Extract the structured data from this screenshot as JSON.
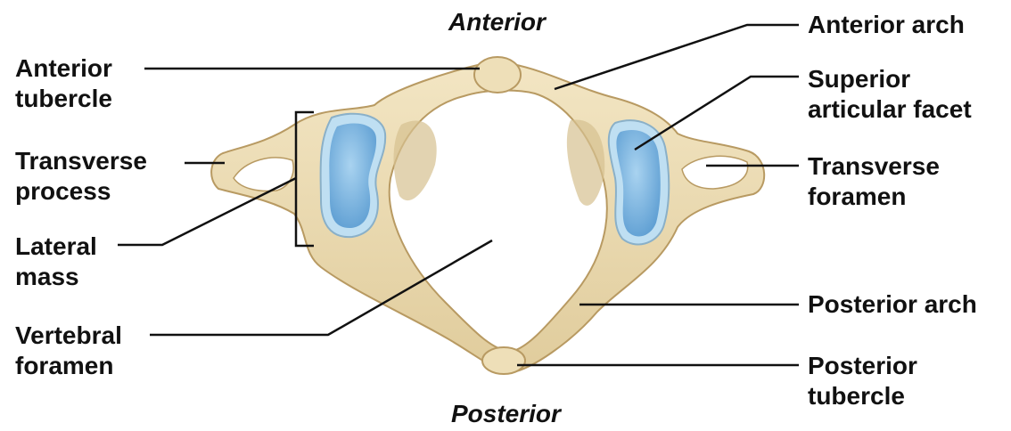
{
  "orientation": {
    "top": "Anterior",
    "bottom": "Posterior"
  },
  "labels": {
    "anterior_tubercle": [
      "Anterior",
      "tubercle"
    ],
    "transverse_process": [
      "Transverse",
      "process"
    ],
    "lateral_mass": [
      "Lateral",
      "mass"
    ],
    "vertebral_foramen": [
      "Vertebral",
      "foramen"
    ],
    "anterior_arch": [
      "Anterior arch"
    ],
    "superior_articular_facet": [
      "Superior",
      "articular facet"
    ],
    "transverse_foramen": [
      "Transverse",
      "foramen"
    ],
    "posterior_arch": [
      "Posterior arch"
    ],
    "posterior_tubercle": [
      "Posterior",
      "tubercle"
    ]
  },
  "colors": {
    "bone": "#ecdcb4",
    "bone_outline": "#b89a62",
    "bone_shadow": "#d2bc8a",
    "facet": "#7fb6e0",
    "facet_rim": "#bfdff2",
    "leader": "#111111"
  }
}
